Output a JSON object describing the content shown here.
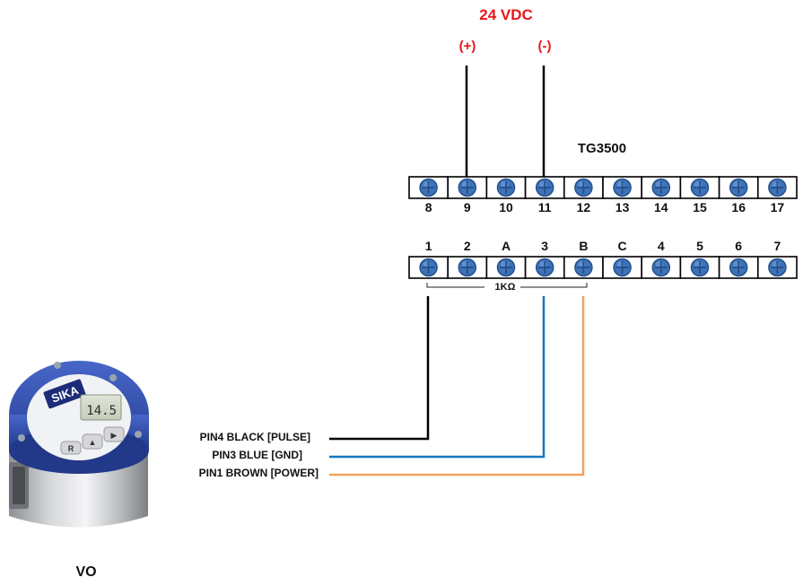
{
  "supply": {
    "label": "24 VDC",
    "plus_label": "(+)",
    "minus_label": "(-)",
    "color": "#e8161b"
  },
  "device": {
    "title": "TG3500",
    "top_terminals": [
      "8",
      "9",
      "10",
      "11",
      "12",
      "13",
      "14",
      "15",
      "16",
      "17"
    ],
    "bottom_terminals": [
      "1",
      "2",
      "A",
      "3",
      "B",
      "C",
      "4",
      "5",
      "6",
      "7"
    ],
    "resistor_label": "1KΩ"
  },
  "sensor": {
    "name": "VO",
    "brand": "SIKA",
    "display_value": "14.5",
    "keys": [
      "R",
      "▲",
      "▶"
    ],
    "pins": [
      {
        "label": "PIN4 BLACK [PULSE]",
        "color": "#000000",
        "terminal": "1"
      },
      {
        "label": "PIN3 BLUE [GND]",
        "color": "#1577bf",
        "terminal": "3"
      },
      {
        "label": "PIN1 BROWN [POWER]",
        "color": "#f2a35a",
        "terminal": "B"
      }
    ]
  },
  "colors": {
    "screw": "#3d73b8",
    "screw_dark": "#234f8c",
    "bezel": "#2f4fb0"
  }
}
